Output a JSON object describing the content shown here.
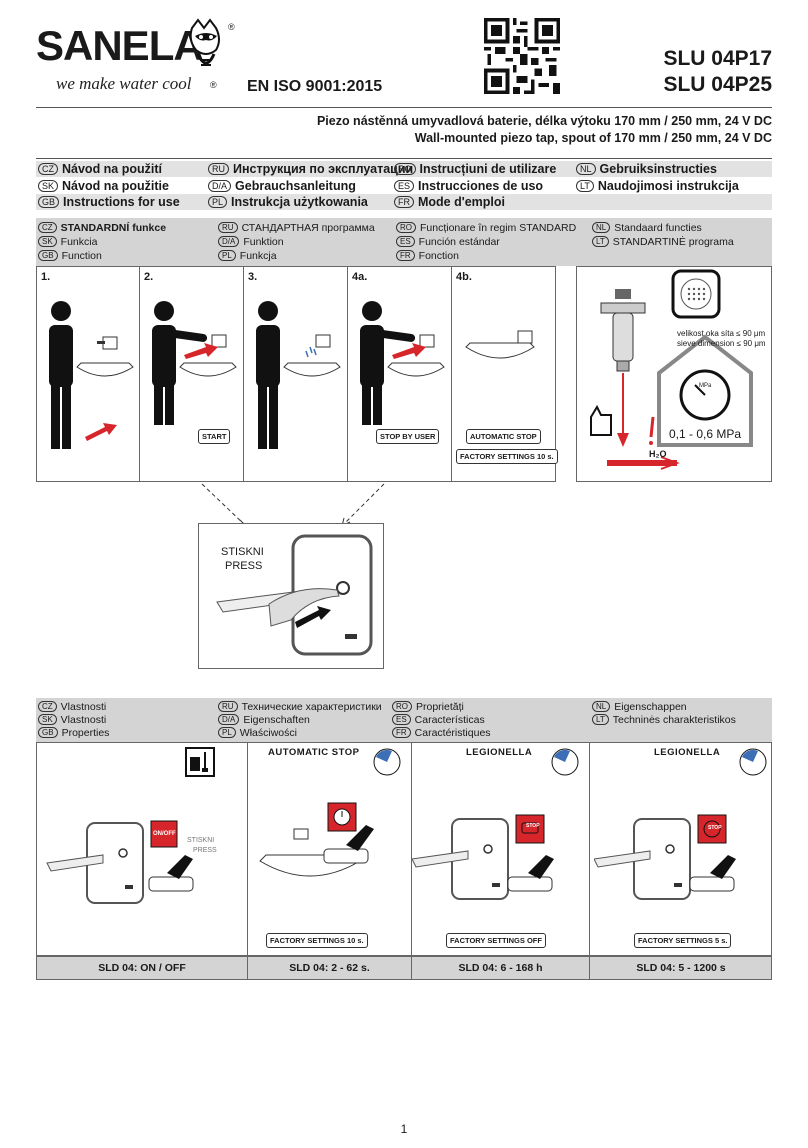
{
  "header": {
    "brand": "SANELA",
    "slogan": "we make water cool",
    "iso": "EN ISO 9001:2015",
    "model_1": "SLU 04P17",
    "model_2": "SLU 04P25",
    "subtitle_cz": "Piezo nástěnná umyvadlová baterie, délka výtoku 170 mm / 250 mm, 24 V DC",
    "subtitle_en": "Wall-mounted piezo tap, spout of 170 mm / 250 mm, 24 V DC"
  },
  "languages": [
    [
      {
        "code": "CZ",
        "label": "Návod na použití"
      },
      {
        "code": "RU",
        "label": "Инструкция по эксплуатации"
      },
      {
        "code": "RO",
        "label": "Instrucțiuni de utilizare"
      },
      {
        "code": "NL",
        "label": "Gebruiksinstructies"
      }
    ],
    [
      {
        "code": "SK",
        "label": "Návod na použitie"
      },
      {
        "code": "D/A",
        "label": "Gebrauchsanleitung"
      },
      {
        "code": "ES",
        "label": "Instrucciones de uso"
      },
      {
        "code": "LT",
        "label": "Naudojimosi instrukcija"
      }
    ],
    [
      {
        "code": "GB",
        "label": "Instructions for use"
      },
      {
        "code": "PL",
        "label": "Instrukcja użytkowania"
      },
      {
        "code": "FR",
        "label": "Mode d'emploi"
      }
    ]
  ],
  "function_band": [
    [
      {
        "code": "CZ",
        "label": "STANDARDNÍ funkce"
      },
      {
        "code": "RU",
        "label": "СТАНДАРТНАЯ программа"
      },
      {
        "code": "RO",
        "label": "Funcționare în regim STANDARD"
      },
      {
        "code": "NL",
        "label": "Standaard functies"
      }
    ],
    [
      {
        "code": "SK",
        "label": "Funkcia"
      },
      {
        "code": "D/A",
        "label": "Funktion"
      },
      {
        "code": "ES",
        "label": "Función estándar"
      },
      {
        "code": "LT",
        "label": "STANDARTINĖ programa"
      }
    ],
    [
      {
        "code": "GB",
        "label": "Function"
      },
      {
        "code": "PL",
        "label": "Funkcja"
      },
      {
        "code": "FR",
        "label": "Fonction"
      }
    ]
  ],
  "steps": {
    "s1": "1.",
    "s2": "2.",
    "s3": "3.",
    "s4a": "4a.",
    "s4b": "4b.",
    "start": "START",
    "stop_by_user": "STOP BY USER",
    "automatic_stop": "AUTOMATIC STOP",
    "factory_10": "FACTORY SETTINGS 10 s."
  },
  "filter": {
    "mesh_cz": "velikost oka síta ≤ 90 μm",
    "mesh_en": "sieve dimension ≤ 90 μm",
    "gauge_unit": "MPa",
    "pressure": "0,1 - 0,6 MPa",
    "h2o": "H₂O"
  },
  "press": {
    "line1": "STISKNI",
    "line2": "PRESS"
  },
  "properties_band": [
    [
      {
        "code": "CZ",
        "label": "Vlastnosti"
      },
      {
        "code": "RU",
        "label": "Технические характеристики"
      },
      {
        "code": "RO",
        "label": "Proprietăți"
      },
      {
        "code": "NL",
        "label": "Eigenschappen"
      }
    ],
    [
      {
        "code": "SK",
        "label": "Vlastnosti"
      },
      {
        "code": "D/A",
        "label": "Eigenschaften"
      },
      {
        "code": "ES",
        "label": "Características"
      },
      {
        "code": "LT",
        "label": "Techninės charakteristikos"
      }
    ],
    [
      {
        "code": "GB",
        "label": "Properties"
      },
      {
        "code": "PL",
        "label": "Właściwości"
      },
      {
        "code": "FR",
        "label": "Caractéristiques"
      }
    ]
  ],
  "properties": {
    "col2_title": "AUTOMATIC STOP",
    "col3_title": "LEGIONELLA",
    "col4_title": "LEGIONELLA",
    "on_off_button": "ON/OFF",
    "stop_button": "STOP",
    "press_1": "STISKNI",
    "press_2": "PRESS",
    "factory_col2": "FACTORY SETTINGS 10 s.",
    "factory_col3": "FACTORY SETTINGS OFF",
    "factory_col4": "FACTORY SETTINGS 5 s.",
    "sld_1": "SLD 04: ON / OFF",
    "sld_2": "SLD 04: 2 - 62 s.",
    "sld_3": "SLD 04: 6 - 168 h",
    "sld_4": "SLD 04: 5 - 1200 s"
  },
  "page_number": "1",
  "colors": {
    "red": "#d7262b",
    "band": "#d4d4d4",
    "light": "#e2e2e2",
    "blue": "#3c6fb6"
  }
}
